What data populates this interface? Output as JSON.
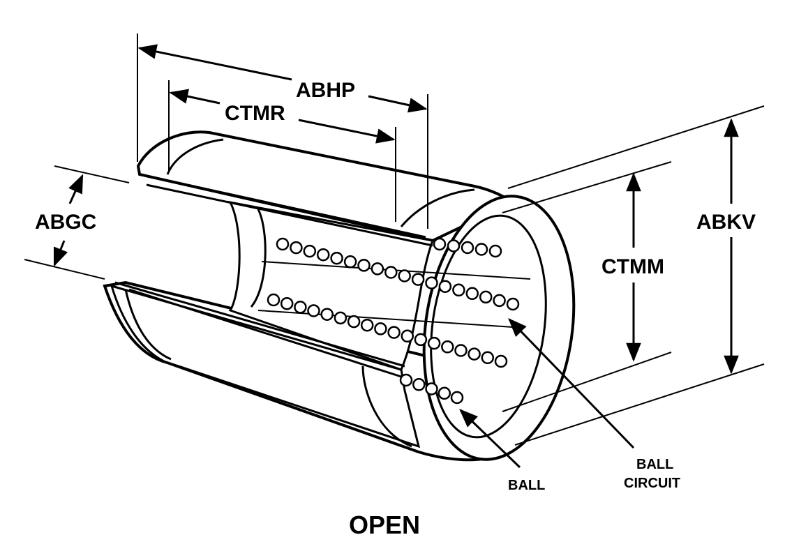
{
  "diagram": {
    "caption": "OPEN",
    "dimensions": {
      "abhp": "ABHP",
      "ctmr": "CTMR",
      "abgc": "ABGC",
      "abkv": "ABKV",
      "ctmm": "CTMM"
    },
    "callouts": {
      "ball": "BALL",
      "ball_circuit_line1": "BALL",
      "ball_circuit_line2": "CIRCUIT"
    }
  }
}
